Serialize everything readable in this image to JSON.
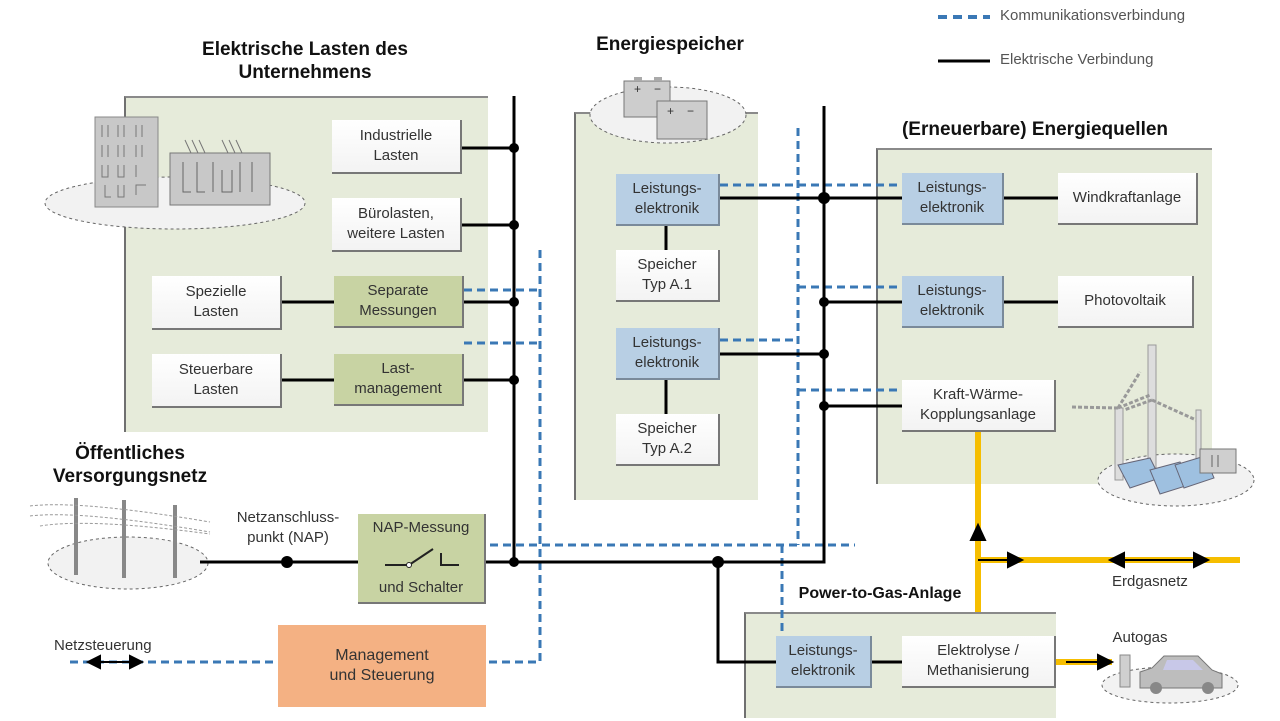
{
  "legend": {
    "communication": "Kommunikationsverbindung",
    "electrical": "Elektrische Verbindung",
    "communication_color": "#3a78b5",
    "electrical_color": "#000000",
    "gas_color": "#f6be00"
  },
  "sections": {
    "loads_title": "Elektrische Lasten des\nUnternehmens",
    "storage_title": "Energiespeicher",
    "sources_title": "(Erneuerbare) Energiequellen",
    "grid_title": "Öffentliches\nVersorgungsnetz",
    "p2g_title": "Power-to-Gas-Anlage"
  },
  "loads": {
    "industrial": "Industrielle\nLasten",
    "office": "Bürolasten,\nweitere Lasten",
    "special": "Spezielle\nLasten",
    "separate_measure": "Separate\nMessungen",
    "controllable": "Steuerbare\nLasten",
    "load_mgmt": "Last-\nmanagement"
  },
  "storage": {
    "pe1": "Leistungs-\nelektronik",
    "store1": "Speicher\nTyp A.1",
    "pe2": "Leistungs-\nelektronik",
    "store2": "Speicher\nTyp A.2"
  },
  "sources": {
    "pe_wind": "Leistungs-\nelektronik",
    "wind": "Windkraftanlage",
    "pe_pv": "Leistungs-\nelektronik",
    "pv": "Photovoltaik",
    "chp": "Kraft-Wärme-\nKopplungsanlage"
  },
  "grid": {
    "nap_label": "Netzanschluss-\npunkt (NAP)",
    "nap_box_top": "NAP-Messung",
    "nap_box_bottom": "und Schalter",
    "grid_control": "Netzsteuerung",
    "management": "Management\nund Steuerung"
  },
  "p2g": {
    "pe": "Leistungs-\nelektronik",
    "electrolysis": "Elektrolyse /\nMethanisierung",
    "gas_grid": "Erdgasnetz",
    "autogas": "Autogas"
  },
  "icons": [
    "office-building-icon",
    "factory-icon",
    "battery-icon",
    "power-pole-icon",
    "switch-icon",
    "wind-turbine-icon",
    "solar-panel-icon",
    "chp-unit-icon",
    "car-icon",
    "fuel-pump-icon",
    "bidirectional-arrow-icon"
  ]
}
